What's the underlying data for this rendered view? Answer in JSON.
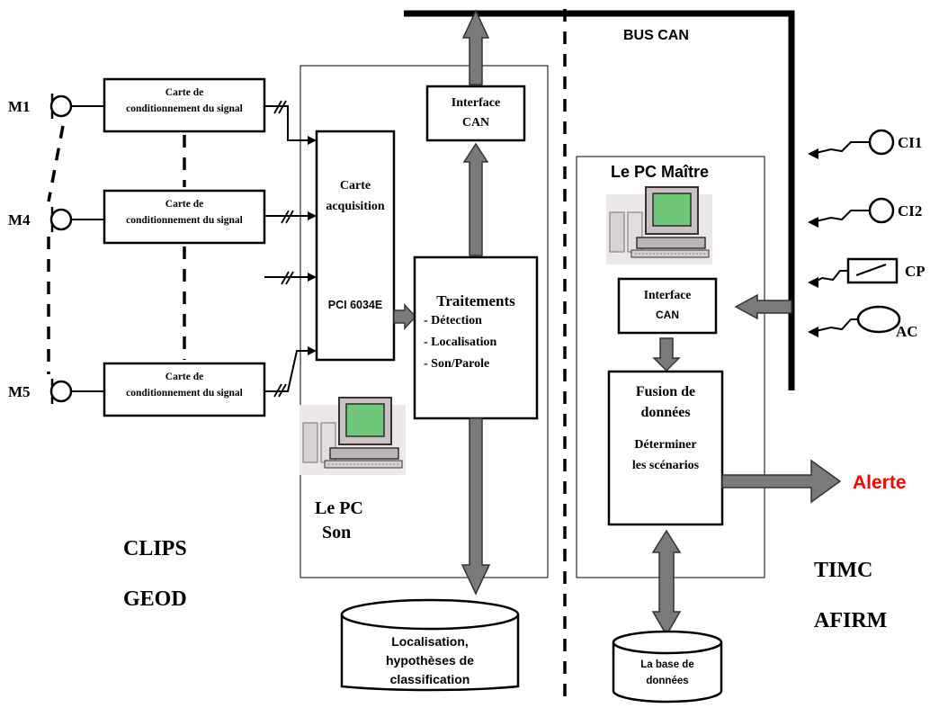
{
  "bus": {
    "label": "BUS CAN"
  },
  "microphones": [
    {
      "label": "M1"
    },
    {
      "label": "M4"
    },
    {
      "label": "M5"
    }
  ],
  "conditioning_cards": [
    {
      "line1": "Carte de",
      "line2": "conditionnement du signal"
    },
    {
      "line1": "Carte de",
      "line2": "conditionnement du signal"
    },
    {
      "line1": "Carte de",
      "line2": "conditionnement du signal"
    }
  ],
  "acquisition": {
    "line1": "Carte",
    "line2": "acquisition",
    "model": "PCI 6034E"
  },
  "treatments": {
    "title": "Traitements",
    "items": [
      "- Détection",
      "- Localisation",
      "- Son/Parole"
    ]
  },
  "interface_son": {
    "line1": "Interface",
    "line2": "CAN"
  },
  "pc_son": {
    "line1": "Le PC",
    "line2": "Son"
  },
  "database_son": {
    "line1": "Localisation,",
    "line2": "hypothèses de",
    "line3": "classification"
  },
  "pc_master": {
    "title": "Le PC Maître"
  },
  "interface_master": {
    "line1": "Interface",
    "line2": "CAN"
  },
  "fusion": {
    "line1": "Fusion de",
    "line2": "données",
    "line3": "Déterminer",
    "line4": "les scénarios"
  },
  "database_master": {
    "line1": "La base de",
    "line2": "données"
  },
  "alert": {
    "label": "Alerte",
    "color": "#ff0000"
  },
  "sensors": [
    {
      "label": "CI1",
      "icon": "sensor-circle-icon"
    },
    {
      "label": "CI2",
      "icon": "sensor-circle-icon"
    },
    {
      "label": "CP",
      "icon": "switch-icon"
    },
    {
      "label": "AC",
      "icon": "sensor-oval-icon"
    }
  ],
  "labs_left": [
    "CLIPS",
    "GEOD"
  ],
  "labs_right": [
    "TIMC",
    "AFIRM"
  ]
}
